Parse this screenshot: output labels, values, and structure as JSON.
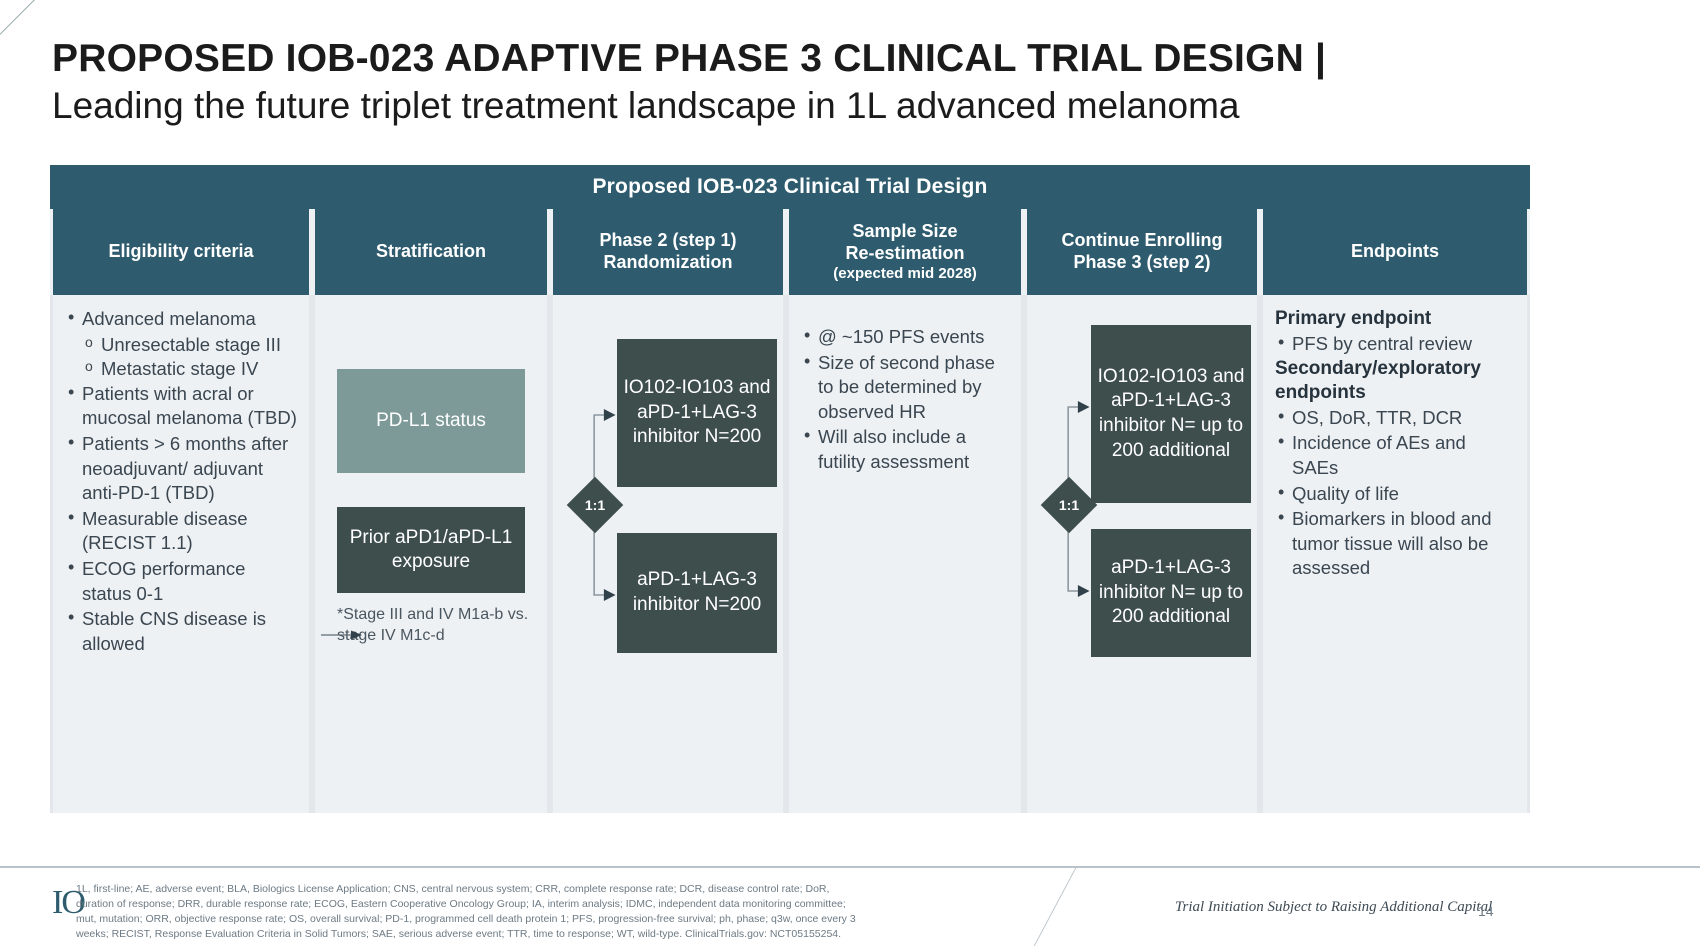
{
  "slide": {
    "title": "PROPOSED IOB-023 ADAPTIVE PHASE 3 CLINICAL TRIAL DESIGN |",
    "subtitle": "Leading the future triplet treatment landscape in 1L advanced melanoma",
    "page_number": "14",
    "footer_note": "Trial Initiation Subject to Raising Additional Capital",
    "logo": "IO"
  },
  "table": {
    "banner": "Proposed IOB-023 Clinical Trial Design",
    "columns": [
      {
        "title": "Eligibility criteria",
        "sub": ""
      },
      {
        "title": "Stratification",
        "sub": ""
      },
      {
        "title": "Phase 2 (step 1)",
        "title2": "Randomization",
        "sub": ""
      },
      {
        "title": "Sample Size",
        "title2": "Re-estimation",
        "sub": "(expected mid 2028)"
      },
      {
        "title": "Continue Enrolling",
        "title2": "Phase 3 (step 2)",
        "sub": ""
      },
      {
        "title": "Endpoints",
        "sub": ""
      }
    ]
  },
  "eligibility": {
    "bullets": [
      "Advanced melanoma",
      "Patients with acral or mucosal melanoma (TBD)",
      "Patients > 6 months after neoadjuvant/ adjuvant anti-PD-1 (TBD)",
      "Measurable disease (RECIST 1.1)",
      "ECOG performance status 0-1",
      "Stable CNS disease is allowed"
    ],
    "sub_bullets": [
      "Unresectable stage III",
      "Metastatic stage IV"
    ]
  },
  "stratification": {
    "box1": "PD-L1 status",
    "box2": "Prior aPD1/aPD-L1 exposure",
    "note": "*Stage III and IV M1a-b vs. stage IV M1c-d"
  },
  "phase2": {
    "ratio": "1:1",
    "arm1": "IO102-IO103 and aPD-1+LAG-3 inhibitor N=200",
    "arm2": "aPD-1+LAG-3 inhibitor N=200"
  },
  "sample_size": {
    "bullets": [
      "@ ~150 PFS events",
      "Size of second phase to be determined by observed HR",
      "Will also include a futility assessment"
    ]
  },
  "phase3": {
    "ratio": "1:1",
    "arm1": "IO102-IO103 and aPD-1+LAG-3 inhibitor N= up to 200 additional",
    "arm2": "aPD-1+LAG-3 inhibitor N= up to 200 additional"
  },
  "endpoints": {
    "primary_heading": "Primary endpoint",
    "primary": [
      "PFS by central review"
    ],
    "secondary_heading": "Secondary/exploratory endpoints",
    "secondary": [
      "OS, DoR, TTR, DCR",
      "Incidence of AEs and SAEs",
      "Quality of life",
      "Biomarkers in blood and tumor tissue  will also be assessed"
    ]
  },
  "abbreviations": {
    "line1": "1L, first-line; AE, adverse event; BLA, Biologics License Application; CNS, central nervous system; CRR, complete response rate; DCR, disease control rate; DoR,",
    "line2": "duration of response; DRR, durable response rate; ECOG, Eastern Cooperative Oncology Group; IA, interim analysis; IDMC, independent data monitoring committee;",
    "line3": "mut, mutation; ORR, objective response rate; OS, overall survival; PD-1, programmed cell death protein 1; PFS, progression-free survival; ph, phase; q3w, once every 3",
    "line4": "weeks; RECIST, Response Evaluation Criteria in Solid Tumors; SAE, serious adverse event; TTR, time to response; WT, wild-type. ClinicalTrials.gov: NCT05155254."
  },
  "colors": {
    "header_teal": "#2e5c6e",
    "box_dark": "#3e4e4d",
    "box_sage": "#7d9a98",
    "panel_bg": "#eef1f4"
  }
}
